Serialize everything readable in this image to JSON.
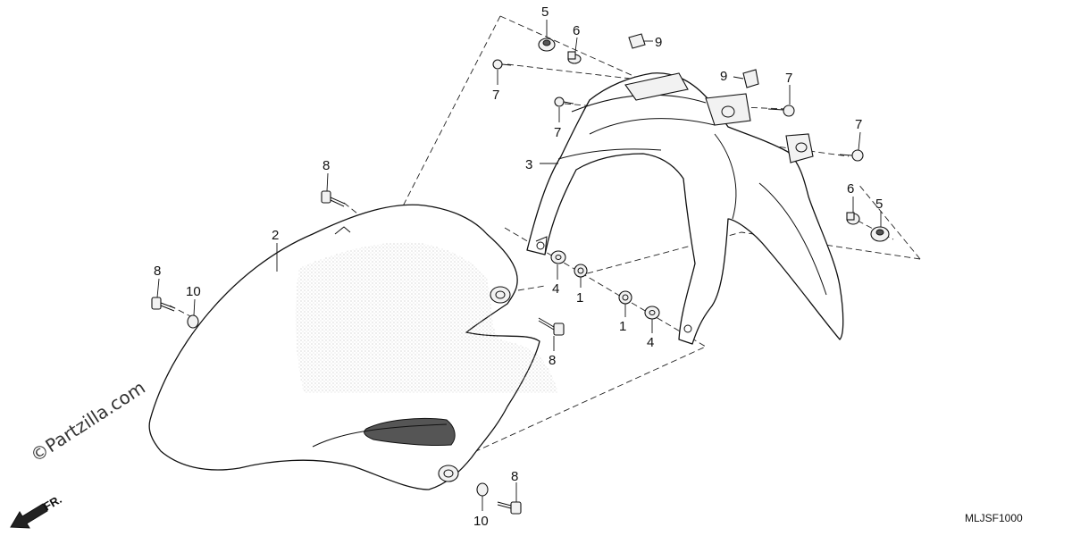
{
  "diagram": {
    "code": "MLJSF1000",
    "watermark": "©Partzilla.com",
    "direction_label": "FR.",
    "callouts": {
      "c1": "5",
      "c2": "6",
      "c3": "9",
      "c4": "7",
      "c5": "9",
      "c6": "7",
      "c7": "7",
      "c8": "7",
      "c9": "3",
      "c10": "8",
      "c11": "2",
      "c12": "6",
      "c13": "5",
      "c14": "8",
      "c15": "10",
      "c16": "4",
      "c17": "1",
      "c18": "1",
      "c19": "4",
      "c20": "8",
      "c21": "8",
      "c22": "10"
    }
  }
}
